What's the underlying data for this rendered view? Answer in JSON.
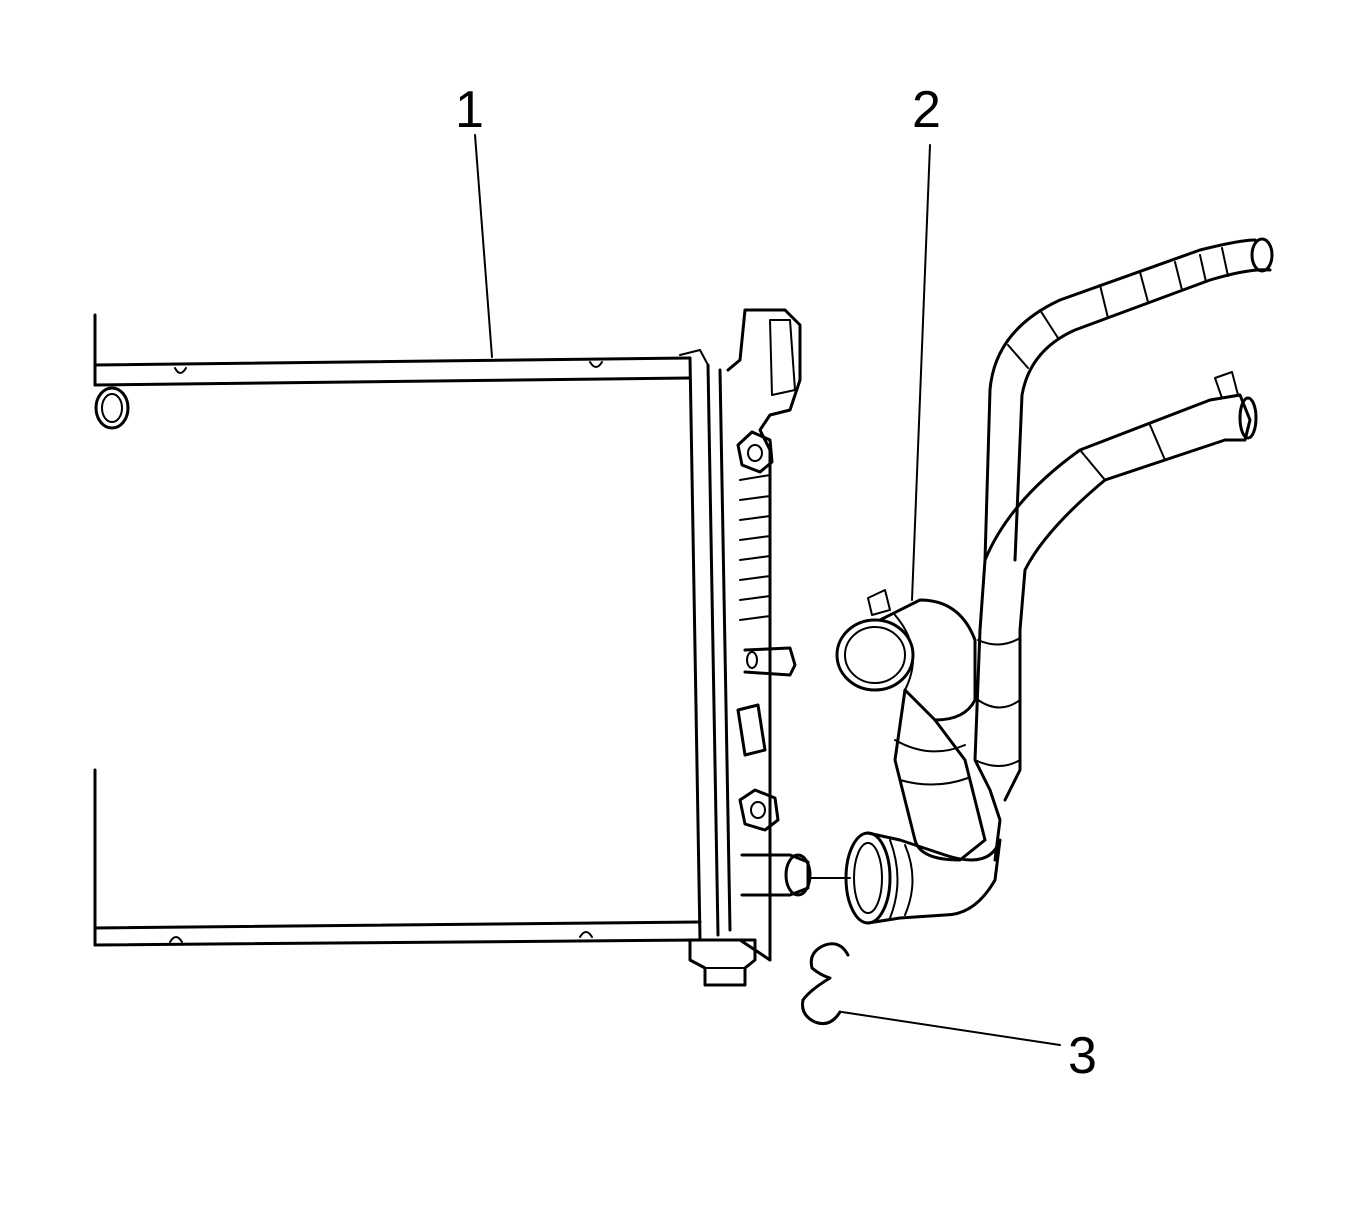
{
  "callouts": {
    "radiator": "1",
    "hose": "2",
    "clip": "3"
  },
  "colors": {
    "line": "#000000",
    "background": "#ffffff"
  }
}
